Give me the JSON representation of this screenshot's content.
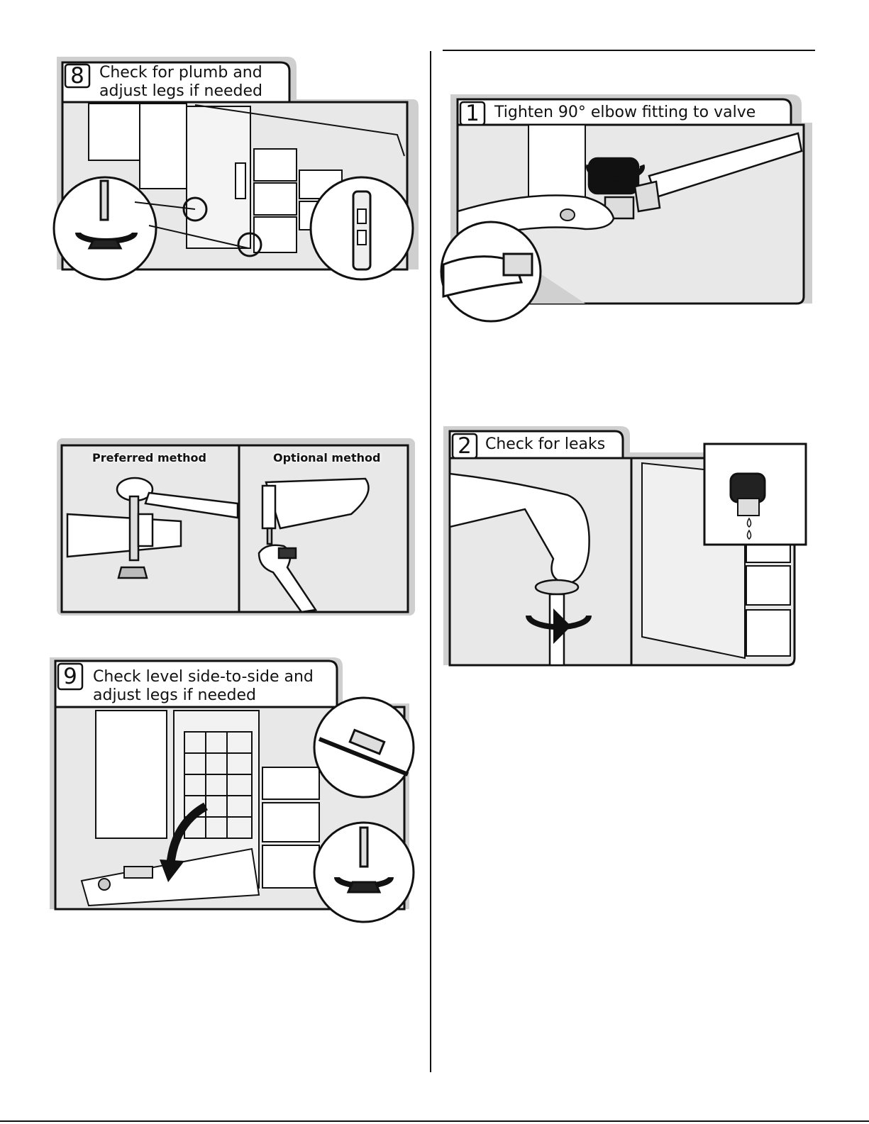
{
  "steps": {
    "s8": {
      "number": "8",
      "line1": "Check for plumb and",
      "line2": "adjust legs if needed"
    },
    "s9": {
      "number": "9",
      "line1": "Check level side-to-side and",
      "line2": "adjust legs if needed"
    },
    "s1": {
      "number": "1",
      "line1": "Tighten 90° elbow fitting to valve"
    },
    "s2": {
      "number": "2",
      "line1": "Check for leaks"
    }
  },
  "methods": {
    "preferred": "Preferred method",
    "optional": "Optional method"
  },
  "colors": {
    "frame_shadow": "#c8c8c8",
    "panel_fill": "#e6e6e6",
    "line": "#111111"
  },
  "icons": [
    "rotate-arrow-icon",
    "water-drop-icon",
    "wrench-icon",
    "leveling-leg-icon"
  ]
}
